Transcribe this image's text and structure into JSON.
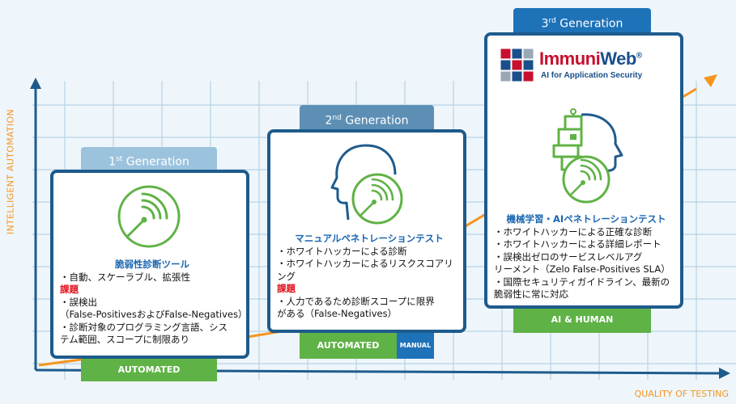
{
  "axes": {
    "y_label": "INTELLIGENT AUTOMATION",
    "x_label": "QUALITY OF TESTING"
  },
  "gen1": {
    "tab_number": "1",
    "tab_suffix": "st",
    "tab_text": " Generation",
    "heading": "脆弱性診断ツール",
    "lines": [
      "・自動、スケーラブル、拡張性"
    ],
    "issue_label": "課題",
    "issue_lines": [
      "・誤検出",
      "（False-PositivesおよびFalse-Negatives）",
      "・診断対象のプログラミング言語、シス",
      "テム範囲、スコープに制限あり"
    ],
    "footer": "AUTOMATED"
  },
  "gen2": {
    "tab_number": "2",
    "tab_suffix": "nd",
    "tab_text": " Generation",
    "heading": "マニュアルペネトレーションテスト",
    "lines": [
      "・ホワイトハッカーによる診断",
      "・ホワイトハッカーによるリスクスコアリ",
      "ング"
    ],
    "issue_label": "課題",
    "issue_lines": [
      "・人力であるため診断スコープに限界",
      "がある（False-Negatives）"
    ],
    "footer_main": "AUTOMATED",
    "footer_side": "MANUAL"
  },
  "gen3": {
    "tab_number": "3",
    "tab_suffix": "rd",
    "tab_text": " Generation",
    "brand_a": "Immuni",
    "brand_b": "Web",
    "brand_reg": "®",
    "brand_tagline": "AI for Application Security",
    "heading": "機械学習・AIペネトレーションテスト",
    "lines": [
      "・ホワイトハッカーによる正確な診断",
      "・ホワイトハッカーによる詳細レポート",
      "・誤検出ゼロのサービスレベルアグ",
      "リーメント（Zelo False-Positives SLA）",
      "・国際セキュリティガイドライン、最新の",
      "脆弱性に常に対応"
    ],
    "footer": "AI & HUMAN"
  },
  "colors": {
    "navy": "#1e5b8c",
    "green": "#5fb246",
    "orange": "#f7941d",
    "tab1": "#9cc3dd",
    "tab2": "#5d8fb5",
    "tab3": "#1e72b8",
    "brand_red": "#c8102e",
    "brand_blue": "#1a4f8b"
  }
}
